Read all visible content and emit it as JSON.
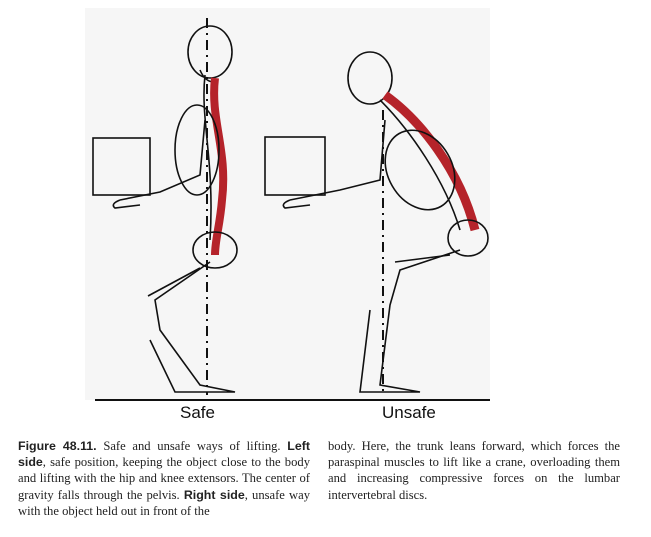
{
  "figure": {
    "label_safe": "Safe",
    "label_unsafe": "Unsafe",
    "muscle_color": "#b5232a"
  },
  "caption": {
    "figure_number": "Figure 48.11.",
    "text1": " Safe and unsafe ways of lifting. ",
    "bold1": "Left side",
    "text2": ", safe position, keeping the object close to the body and lifting with the hip and knee extensors. The center of gravity falls through the pelvis. ",
    "bold2": "Right side",
    "text3": ", unsafe way with the object held out in front of the",
    "text4": "body. Here, the trunk leans forward, which forces the paraspinal muscles to lift like a crane, overloading them and increasing compressive forces on the lumbar intervertebral discs."
  }
}
